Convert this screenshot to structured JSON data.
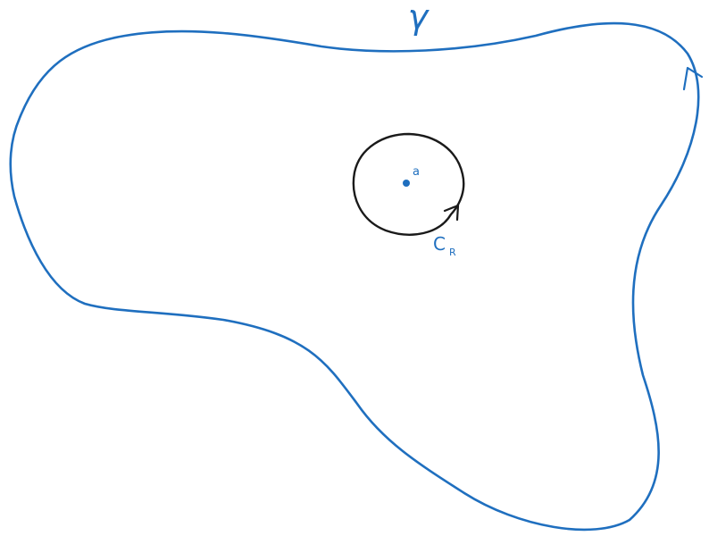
{
  "diagram": {
    "outer_contour_label": "γ",
    "inner_circle_label": "C",
    "inner_circle_subscript": "R",
    "center_point_label": "a"
  },
  "colors": {
    "contour_blue": "#1f6fbf",
    "circle_black": "#1a1a1a",
    "background": "#ffffff"
  }
}
